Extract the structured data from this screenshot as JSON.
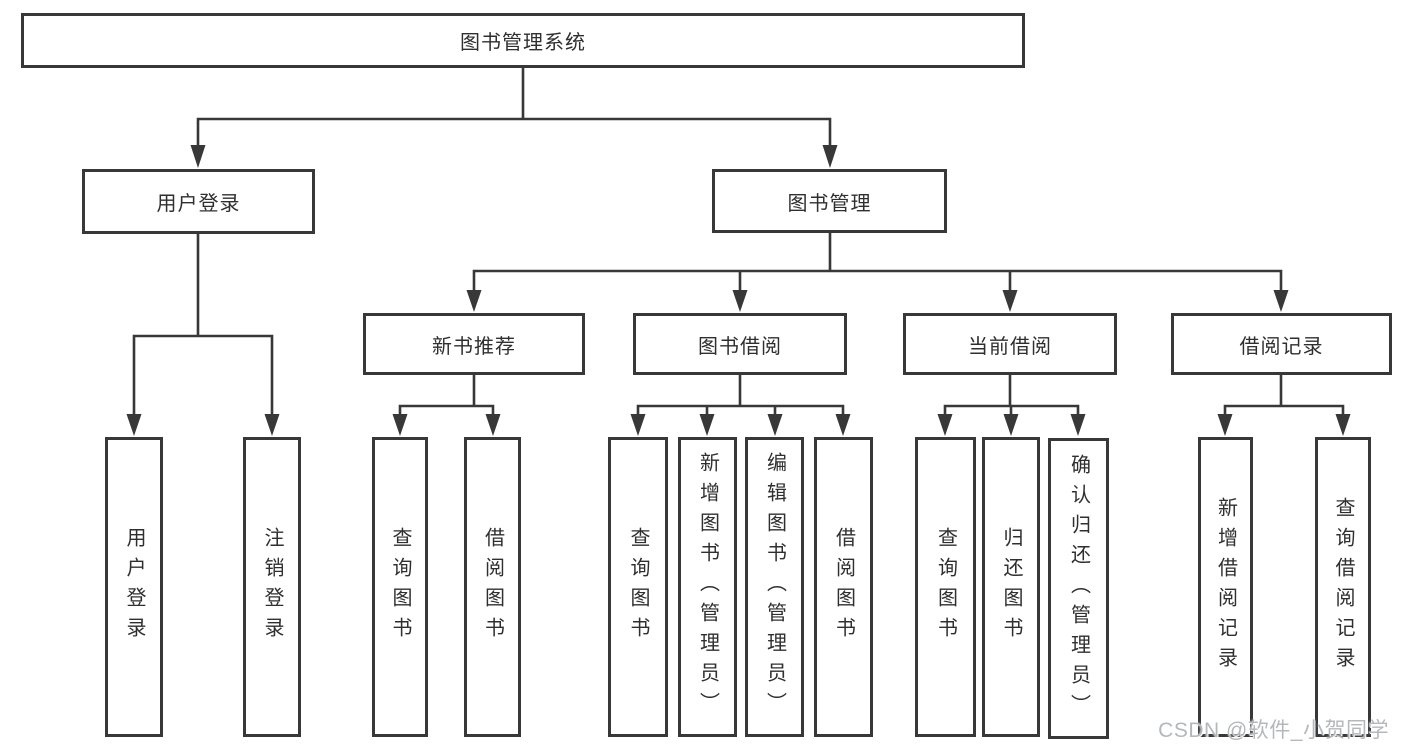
{
  "diagram_title": "图书管理系统",
  "nodes": {
    "root": {
      "label": "图书管理系统"
    },
    "user_login": {
      "label": "用户登录"
    },
    "book_mgmt": {
      "label": "图书管理"
    },
    "new_book_rec": {
      "label": "新书推荐"
    },
    "book_borrow": {
      "label": "图书借阅"
    },
    "current_borrow": {
      "label": "当前借阅"
    },
    "borrow_records": {
      "label": "借阅记录"
    },
    "leaf_user_login": {
      "label": "用户登录"
    },
    "leaf_logout": {
      "label": "注销登录"
    },
    "leaf_query_book_1": {
      "label": "查询图书"
    },
    "leaf_borrow_book_1": {
      "label": "借阅图书"
    },
    "leaf_query_book_2": {
      "label": "查询图书"
    },
    "leaf_add_book": {
      "label": "新增图书（管理员）"
    },
    "leaf_edit_book": {
      "label": "编辑图书（管理员）"
    },
    "leaf_borrow_book_2": {
      "label": "借阅图书"
    },
    "leaf_query_book_3": {
      "label": "查询图书"
    },
    "leaf_return_book": {
      "label": "归还图书"
    },
    "leaf_confirm_return": {
      "label": "确认归还（管理员）"
    },
    "leaf_add_borrow_record": {
      "label": "新增借阅记录"
    },
    "leaf_query_borrow_record": {
      "label": "查询借阅记录"
    }
  },
  "watermark": {
    "text": "CSDN @软件_小贺同学",
    "color": "#b4b8bb"
  },
  "colors": {
    "background": "#ffffff",
    "line": "#383838",
    "border": "#383838",
    "text": "#2f2f2f"
  }
}
